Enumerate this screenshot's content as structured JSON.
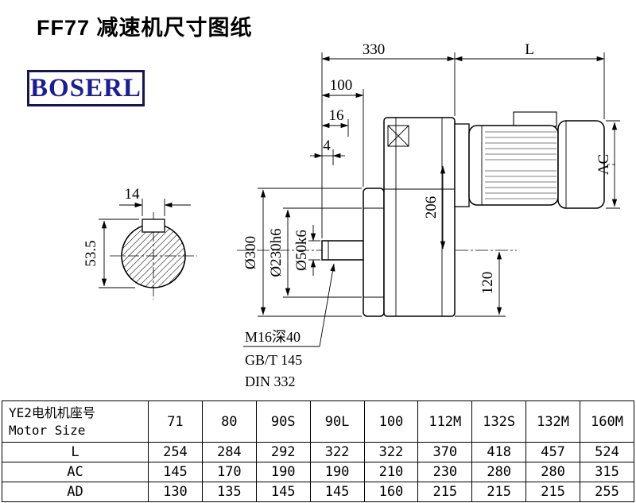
{
  "page": {
    "title": "FF77 减速机尺寸图纸",
    "brand": "BOSERL"
  },
  "drawing": {
    "dims": {
      "overall_330": "330",
      "motor_L": "L",
      "dim_100": "100",
      "dim_16": "16",
      "dim_4": "4",
      "key_width": "14",
      "key_height": "53.5",
      "flange_od": "Ø300",
      "spigot_dia": "Ø230h6",
      "shaft_dia": "Ø50k6",
      "dim_206": "206",
      "dim_120": "120",
      "motor_ac": "AC"
    },
    "notes": {
      "tap": "M16深40",
      "std1": "GB/T 145",
      "std2": "DIN 332"
    }
  },
  "table": {
    "header_cn": "YE2电机机座号",
    "header_en": "Motor Size",
    "frame_sizes": [
      "71",
      "80",
      "90S",
      "90L",
      "100",
      "112M",
      "132S",
      "132M",
      "160M"
    ],
    "rows": [
      {
        "label": "L",
        "values": [
          "254",
          "284",
          "292",
          "322",
          "322",
          "370",
          "418",
          "457",
          "524"
        ]
      },
      {
        "label": "AC",
        "values": [
          "145",
          "170",
          "190",
          "190",
          "210",
          "230",
          "280",
          "280",
          "315"
        ]
      },
      {
        "label": "AD",
        "values": [
          "130",
          "135",
          "145",
          "145",
          "160",
          "215",
          "215",
          "215",
          "255"
        ]
      }
    ]
  }
}
